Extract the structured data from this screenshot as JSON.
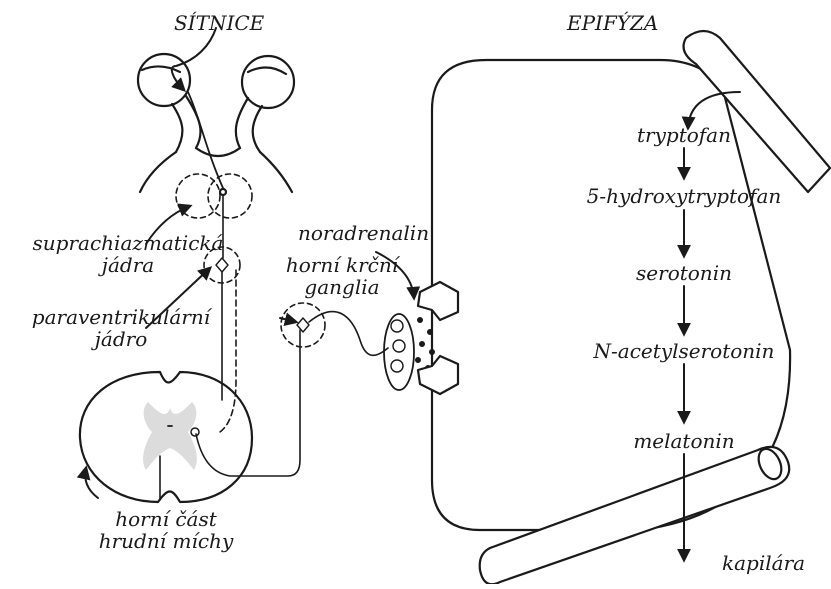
{
  "labels": {
    "sitnice": "SÍTNICE",
    "epifyza": "EPIFÝZA",
    "suprachiazmaticka_1": "suprachiazmatická",
    "suprachiazmaticka_2": "jádra",
    "paraventrikularni_1": "paraventrikulární",
    "paraventrikularni_2": "jádro",
    "horni_krcni_1": "horní krční",
    "horni_krcni_2": "ganglia",
    "noradrenalin": "noradrenalin",
    "mícha_1": "horní část",
    "mícha_2": "hrudní míchy",
    "kapilara": "kapilára"
  },
  "pathway": [
    "tryptofan",
    "5-hydroxytryptofan",
    "serotonin",
    "N-acetylserotonin",
    "melatonin"
  ],
  "colors": {
    "ink": "#1a1a1a",
    "grey_matter": "#dcdcdc",
    "background": "#ffffff"
  }
}
